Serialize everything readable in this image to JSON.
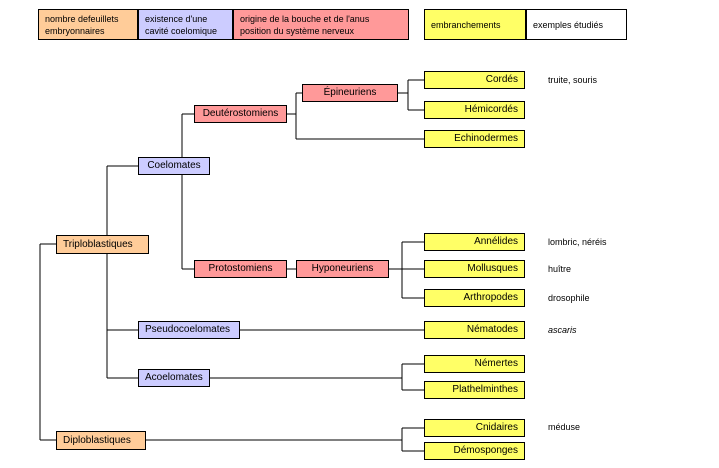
{
  "legend": {
    "embryonic_layers": "nombre defeuillets\nembryonnaires",
    "coelom": "existence d'une\ncavité coelomique",
    "mouth_nervous": "origine de la bouche et de l'anus\nposition du système nerveux",
    "phyla": "embranchements",
    "examples": "exemples étudiés"
  },
  "nodes": {
    "triploblastiques": "Triploblastiques",
    "diploblastiques": "Diploblastiques",
    "coelomates": "Coelomates",
    "pseudocoelomates": "Pseudocoelomates",
    "acoelomates": "Acoelomates",
    "deuterostomiens": "Deutérostomiens",
    "protostomiens": "Protostomiens",
    "epineuriens": "Épineuriens",
    "hyponeuriens": "Hyponeuriens"
  },
  "phyla": {
    "cordes": "Cordés",
    "hemicordes": "Hémicordés",
    "echinodermes": "Echinodermes",
    "annelides": "Annélides",
    "mollusques": "Mollusques",
    "arthropodes": "Arthropodes",
    "nematodes": "Nématodes",
    "nemertes": "Némertes",
    "plathelminthes": "Plathelminthes",
    "cnidaires": "Cnidaires",
    "demosponges": "Démosponges"
  },
  "examples": {
    "cordes": "truite, souris",
    "annelides": "lombric, néréis",
    "mollusques": "huître",
    "arthropodes": "drosophile",
    "nematodes": "ascaris",
    "cnidaires": "méduse"
  }
}
